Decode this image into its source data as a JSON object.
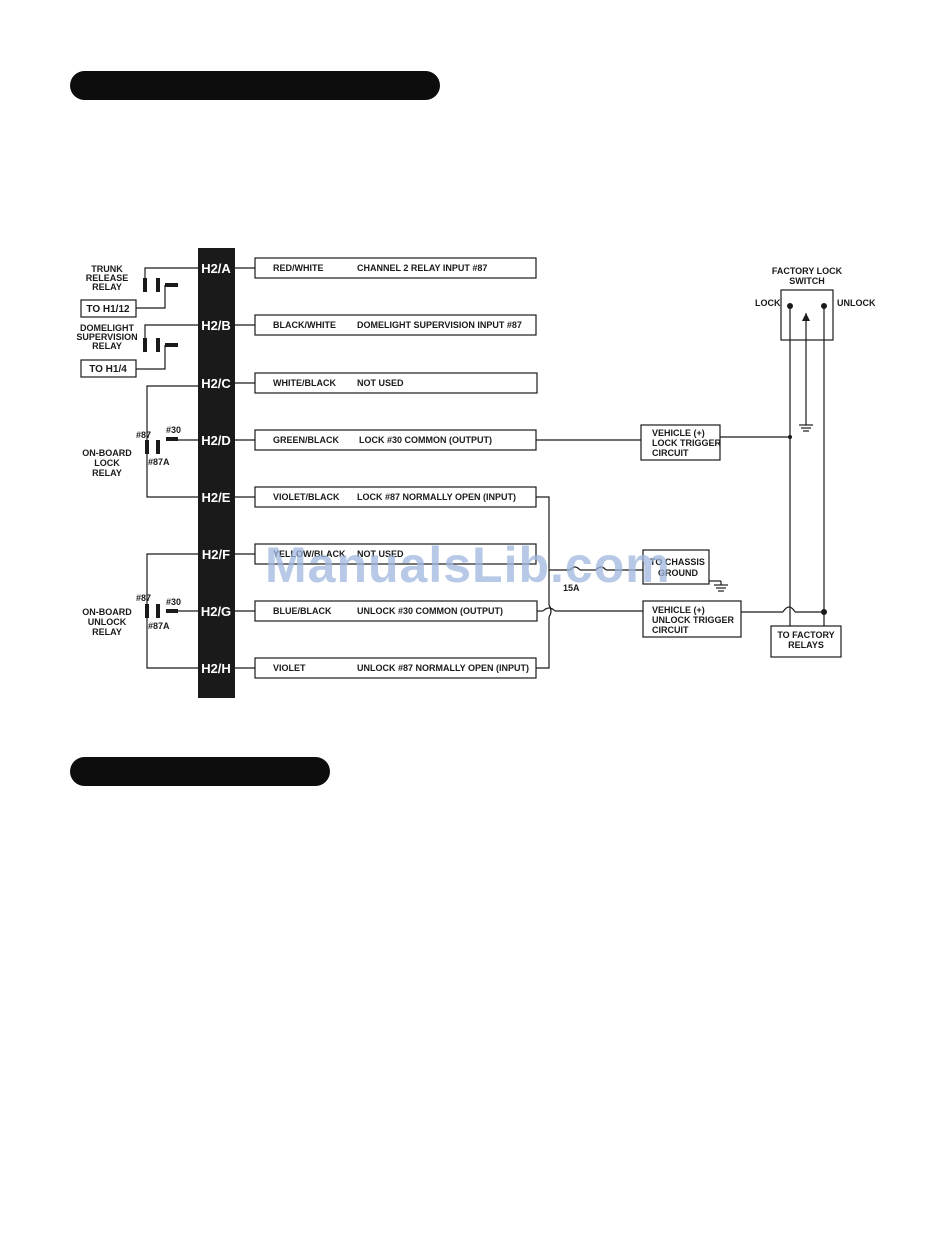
{
  "connector_pins": [
    {
      "pin": "H2/A",
      "wire": "RED/WHITE",
      "function": "CHANNEL 2 RELAY INPUT #87"
    },
    {
      "pin": "H2/B",
      "wire": "BLACK/WHITE",
      "function": "DOMELIGHT SUPERVISION INPUT #87"
    },
    {
      "pin": "H2/C",
      "wire": "WHITE/BLACK",
      "function": "NOT USED"
    },
    {
      "pin": "H2/D",
      "wire": "GREEN/BLACK",
      "function": "LOCK #30 COMMON (OUTPUT)"
    },
    {
      "pin": "H2/E",
      "wire": "VIOLET/BLACK",
      "function": "LOCK #87 NORMALLY OPEN (INPUT)"
    },
    {
      "pin": "H2/F",
      "wire": "YELLOW/BLACK",
      "function": "NOT USED"
    },
    {
      "pin": "H2/G",
      "wire": "BLUE/BLACK",
      "function": "UNLOCK #30 COMMON (OUTPUT)"
    },
    {
      "pin": "H2/H",
      "wire": "VIOLET",
      "function": "UNLOCK #87 NORMALLY OPEN (INPUT)"
    }
  ],
  "relays": {
    "trunk": [
      "TRUNK",
      "RELEASE",
      "RELAY"
    ],
    "trunk_ref": "TO H1/12",
    "dome": [
      "DOMELIGHT",
      "SUPERVISION",
      "RELAY"
    ],
    "dome_ref": "TO H1/4",
    "lock": [
      "ON-BOARD",
      "LOCK",
      "RELAY"
    ],
    "unlock": [
      "ON-BOARD",
      "UNLOCK",
      "RELAY"
    ],
    "term_87": "#87",
    "term_30": "#30",
    "term_87a": "#87A"
  },
  "vehicle": {
    "lock_trigger": [
      "VEHICLE (+)",
      "LOCK TRIGGER",
      "CIRCUIT"
    ],
    "unlock_trigger": [
      "VEHICLE (+)",
      "UNLOCK TRIGGER",
      "CIRCUIT"
    ],
    "chassis": [
      "TO CHASSIS",
      "GROUND"
    ],
    "fuse": "15A",
    "factory_switch": [
      "FACTORY LOCK",
      "SWITCH"
    ],
    "lock": "LOCK",
    "unlock": "UNLOCK",
    "factory_relays": [
      "TO FACTORY",
      "RELAYS"
    ]
  },
  "watermark": "ManualsLib.com",
  "colors": {
    "ink": "#1a1a1a",
    "bar": "#0d0d0d",
    "watermark": "#9fb8de"
  }
}
